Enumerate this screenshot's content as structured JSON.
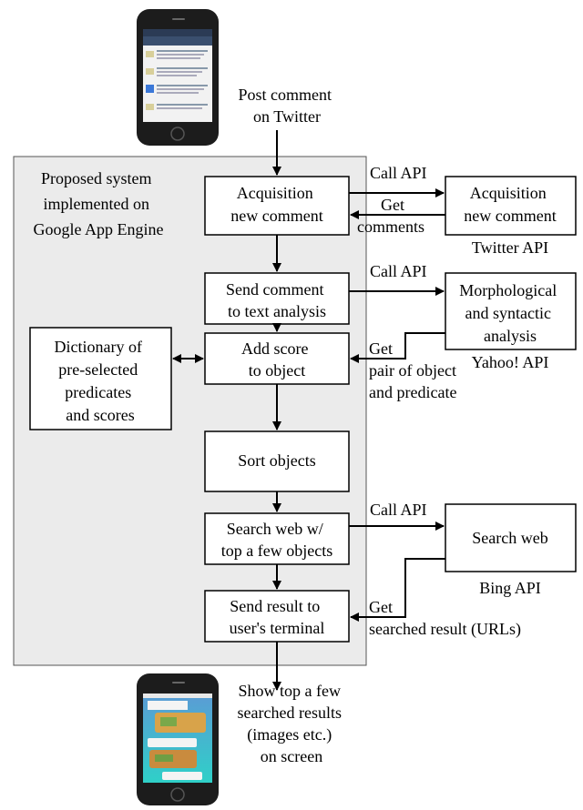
{
  "top_caption": [
    "Post comment",
    "on Twitter"
  ],
  "system_label": [
    "Proposed system",
    "implemented on",
    "Google App Engine"
  ],
  "boxes": {
    "acquisition": [
      "Acquisition",
      "new comment"
    ],
    "send_comment": [
      "Send comment",
      "to text analysis"
    ],
    "add_score": [
      "Add score",
      "to object"
    ],
    "sort": [
      "Sort objects"
    ],
    "search_web_top": [
      "Search web w/",
      "top a few objects"
    ],
    "send_result": [
      "Send result to",
      "user's terminal"
    ],
    "dictionary": [
      "Dictionary of",
      "pre-selected",
      "predicates",
      "and scores"
    ],
    "twitter": [
      "Acquisition",
      "new comment"
    ],
    "morph": [
      "Morphological",
      "and syntactic",
      "analysis"
    ],
    "bing": [
      "Search web"
    ]
  },
  "api_names": {
    "twitter": "Twitter API",
    "yahoo": "Yahoo! API",
    "bing": "Bing API"
  },
  "edge_labels": {
    "call_api_1": "Call API",
    "get_comments": [
      "Get",
      "comments"
    ],
    "call_api_2": "Call API",
    "get_pair": [
      "Get",
      "pair of object",
      "and predicate"
    ],
    "call_api_3": "Call API",
    "get_searched": [
      "Get",
      "searched result (URLs)"
    ]
  },
  "bottom_caption": [
    "Show top a few",
    "searched results",
    "(images etc.)",
    "on screen"
  ],
  "colors": {
    "system_bg": "#ebebeb",
    "phone_body": "#1c1c1c",
    "screen_top": "#5b9bd5",
    "screen_bottom": "#2fd0c8"
  }
}
